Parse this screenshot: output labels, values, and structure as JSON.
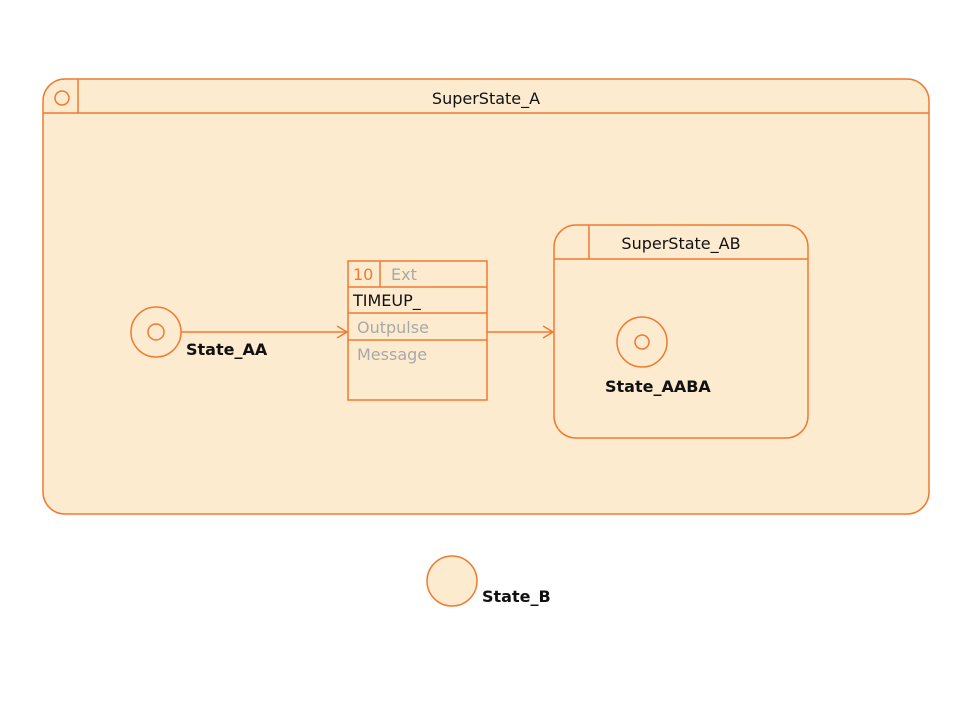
{
  "colors": {
    "stroke": "#f07a30",
    "fill": "#fdebd0",
    "text": "#111111",
    "muted": "#a8a8a8",
    "accent": "#f07a30"
  },
  "superstate_a": {
    "name": "SuperState_A"
  },
  "superstate_ab": {
    "name": "SuperState_AB"
  },
  "states": {
    "state_aa": "State_AA",
    "state_aaba": "State_AABA",
    "state_b": "State_B"
  },
  "transition": {
    "priority": "10",
    "kind": "Ext",
    "event": "TIMEUP_",
    "output": "Outpulse",
    "message": "Message"
  }
}
